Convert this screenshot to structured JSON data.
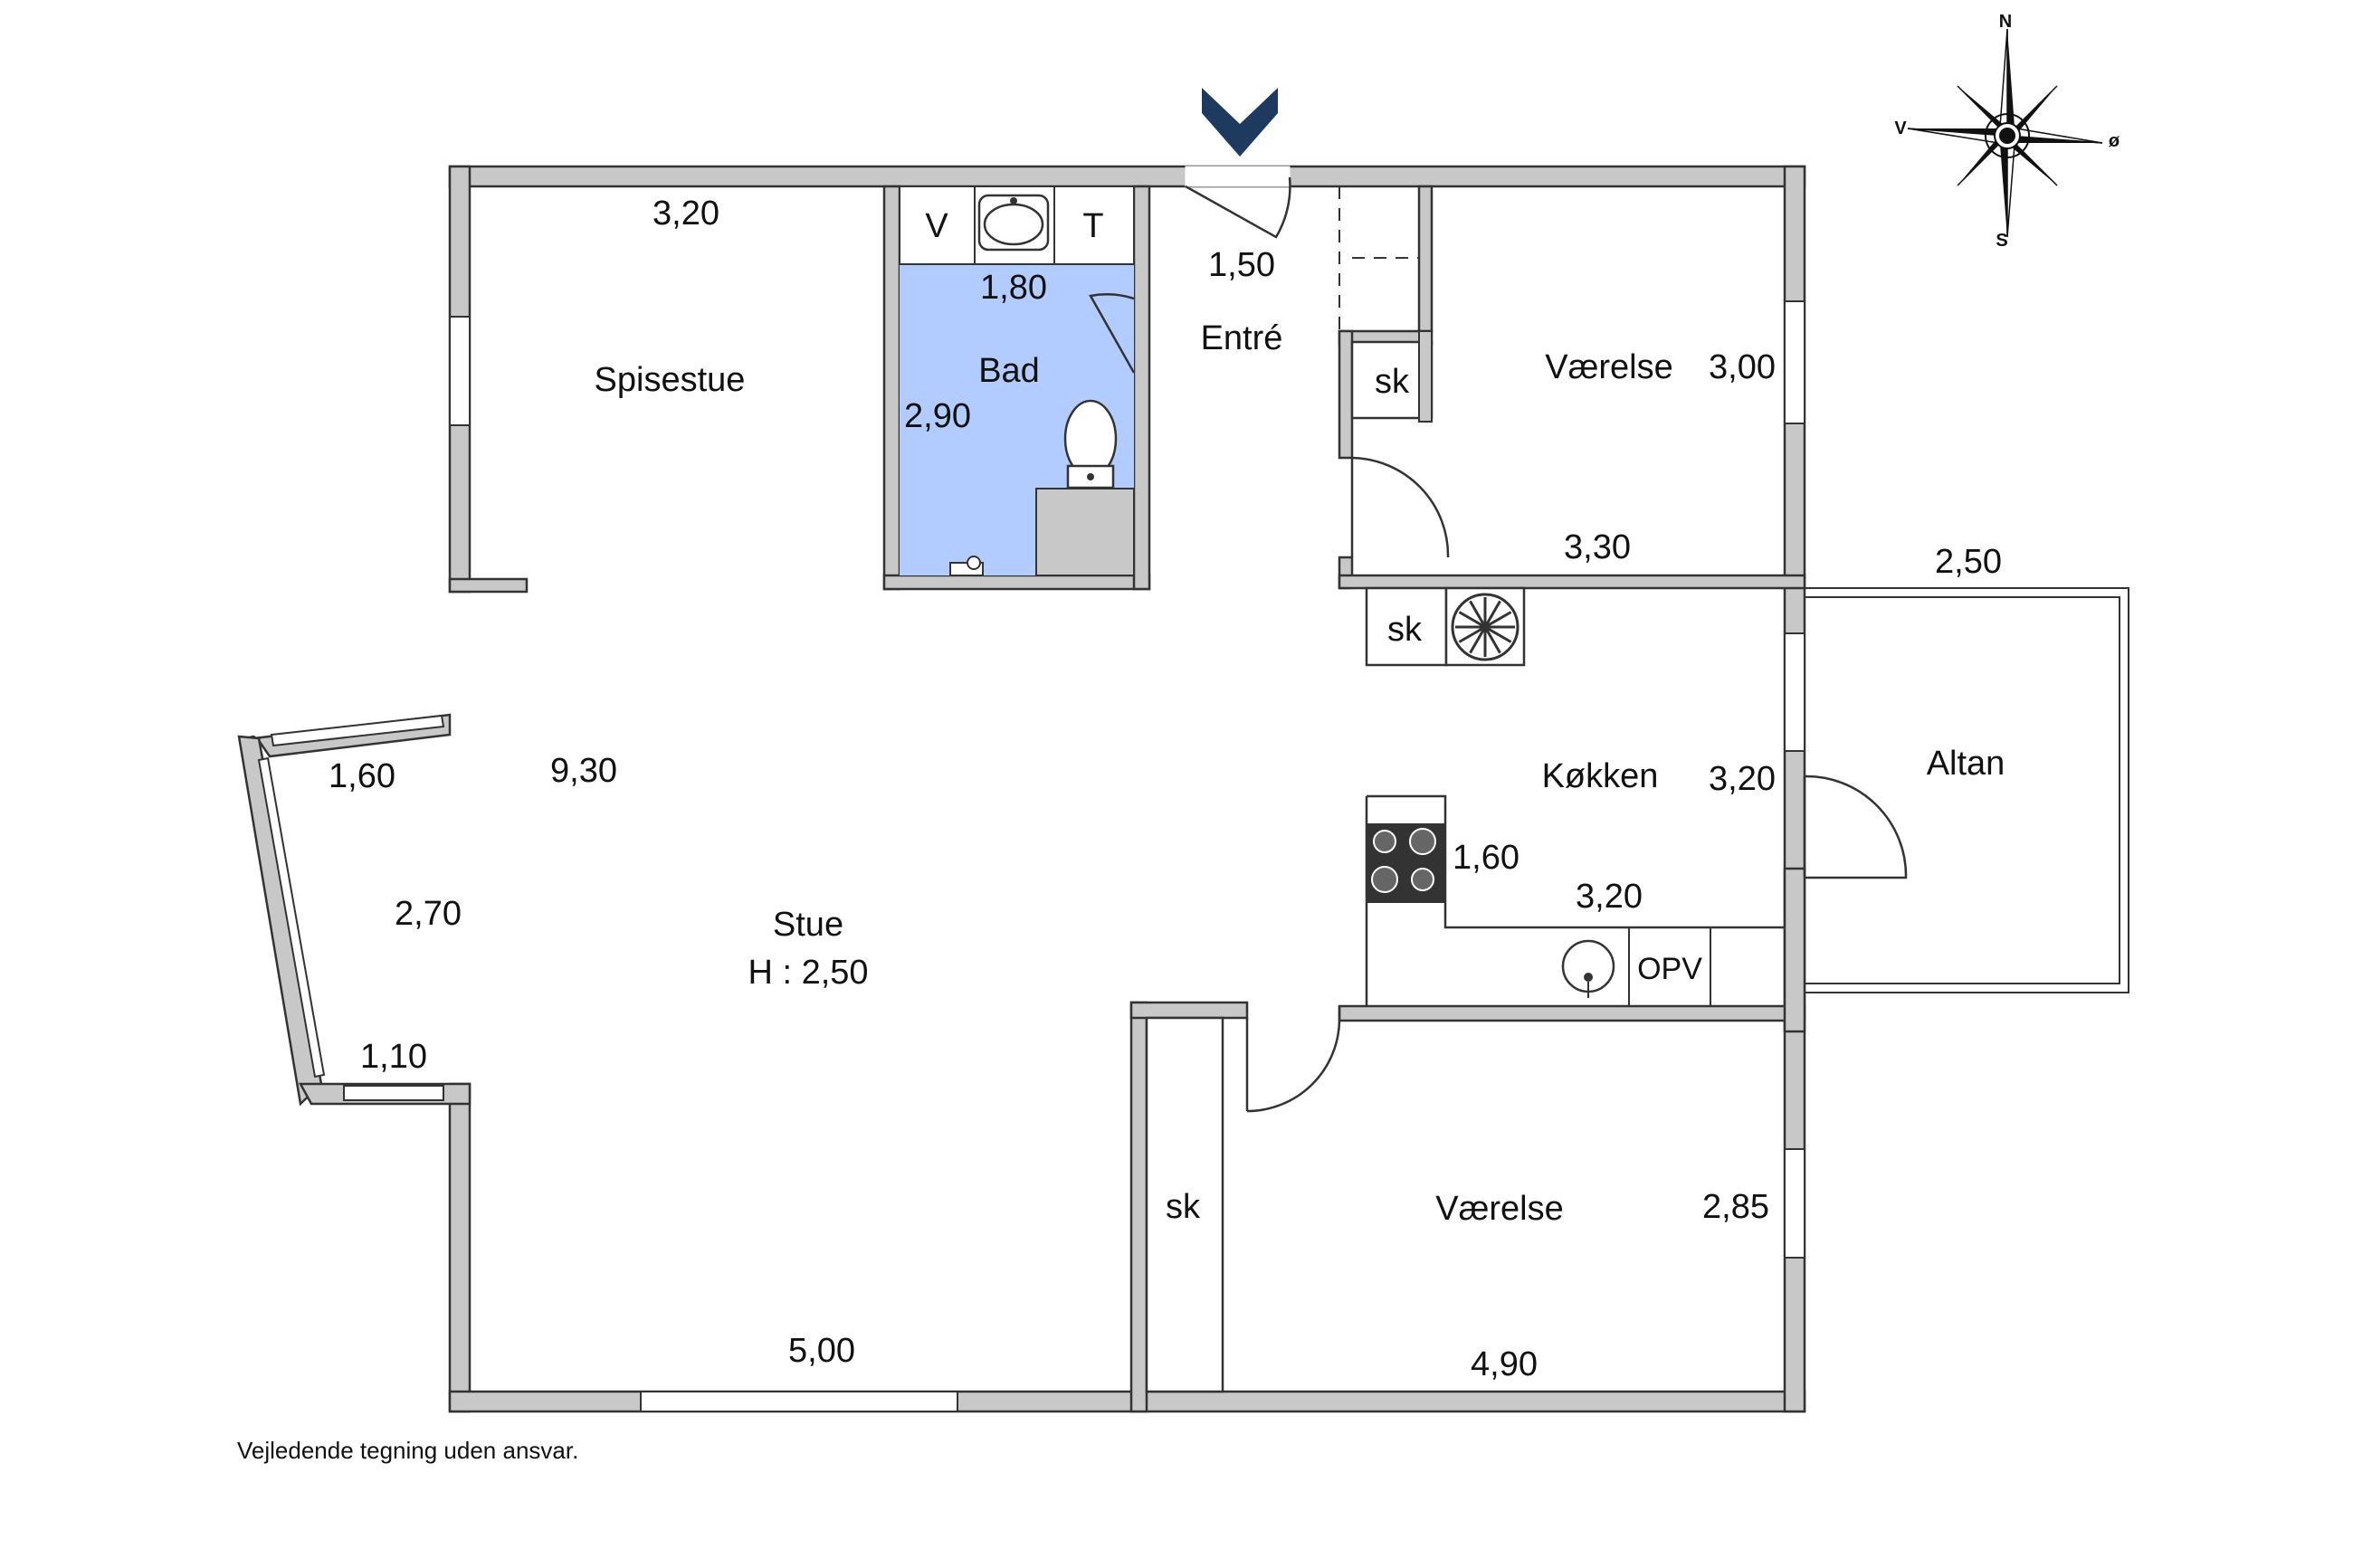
{
  "compass": {
    "north": "N",
    "south": "S",
    "west": "V",
    "east": "ø"
  },
  "rooms": {
    "spisestue": "Spisestue",
    "bad": "Bad",
    "entre": "Entré",
    "vaerelse_top": "Værelse",
    "kokken": "Køkken",
    "altan": "Altan",
    "stue": "Stue",
    "stue_height": "H : 2,50",
    "vaerelse_bottom": "Værelse"
  },
  "fixtures": {
    "bath_v": "V",
    "bath_t": "T",
    "closet_entre": "sk",
    "closet_kitchen": "sk",
    "closet_bedroom": "sk",
    "dishwasher": "OPV"
  },
  "dimensions": {
    "spisestue_width": "3,20",
    "bad_width": "1,80",
    "bad_depth": "2,90",
    "entre_door": "1,50",
    "vaerelse_top_depth": "3,00",
    "vaerelse_top_width": "3,30",
    "altan_width": "2,50",
    "kokken_depth": "3,20",
    "kokken_counter": "1,60",
    "kokken_width": "3,20",
    "bay_top": "1,60",
    "stue_depth": "9,30",
    "bay_side": "2,70",
    "bay_bottom": "1,10",
    "stue_width": "5,00",
    "vaerelse_bottom_depth": "2,85",
    "vaerelse_bottom_width": "4,90"
  },
  "disclaimer": "Vejledende tegning uden ansvar.",
  "colors": {
    "bathroom": "#b3ccff",
    "entrance_marker": "#1f3a5f",
    "wall": "#c8c8c8"
  }
}
